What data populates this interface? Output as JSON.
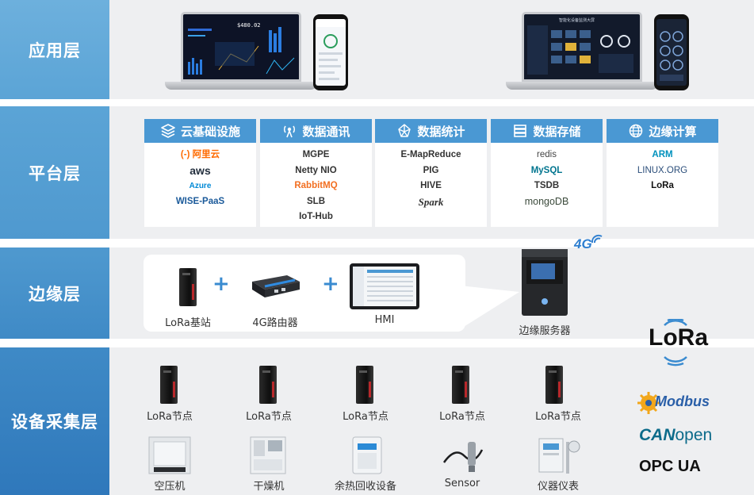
{
  "layers": {
    "app": "应用层",
    "platform": "平台层",
    "edge": "边缘层",
    "device": "设备采集层"
  },
  "app_layer": {
    "laptop1_screen_value": "$480.02",
    "laptop2_title": "智能化设备监测大屏"
  },
  "platform": {
    "cards": [
      {
        "title": "云基础设施",
        "icon": "cloud-stack-icon",
        "items": [
          "(-) 阿里云",
          "aws",
          "Azure",
          "WISE-PaaS"
        ]
      },
      {
        "title": "数据通讯",
        "icon": "signal-tower-icon",
        "items": [
          "MGPE",
          "Netty NIO",
          "RabbitMQ",
          "SLB",
          "IoT-Hub"
        ]
      },
      {
        "title": "数据统计",
        "icon": "network-nodes-icon",
        "items": [
          "E-MapReduce",
          "PIG",
          "HIVE",
          "Spark"
        ]
      },
      {
        "title": "数据存储",
        "icon": "database-icon",
        "items": [
          "redis",
          "MySQL",
          "TSDB",
          "mongoDB"
        ]
      },
      {
        "title": "边缘计算",
        "icon": "globe-icon",
        "items": [
          "ARM",
          "LINUX.ORG",
          "LoRa"
        ]
      }
    ]
  },
  "edge": {
    "items": [
      "LoRa基站",
      "4G路由器",
      "HMI"
    ],
    "server": "边缘服务器",
    "badge_4g": "4G"
  },
  "device": {
    "nodes": [
      "LoRa节点",
      "LoRa节点",
      "LoRa节点",
      "LoRa节点",
      "LoRa节点"
    ],
    "equipment": [
      "空压机",
      "干燥机",
      "余热回收设备",
      "Sensor",
      "仪器仪表"
    ]
  },
  "protocols": {
    "lora": "LoRa",
    "modbus": "Modbus",
    "canopen_can": "CAN",
    "canopen_open": "open",
    "opcua": "OPC UA"
  },
  "colors": {
    "accent": "#4a98d3",
    "panel": "#eeeff1",
    "plus": "#3a8bd0"
  }
}
